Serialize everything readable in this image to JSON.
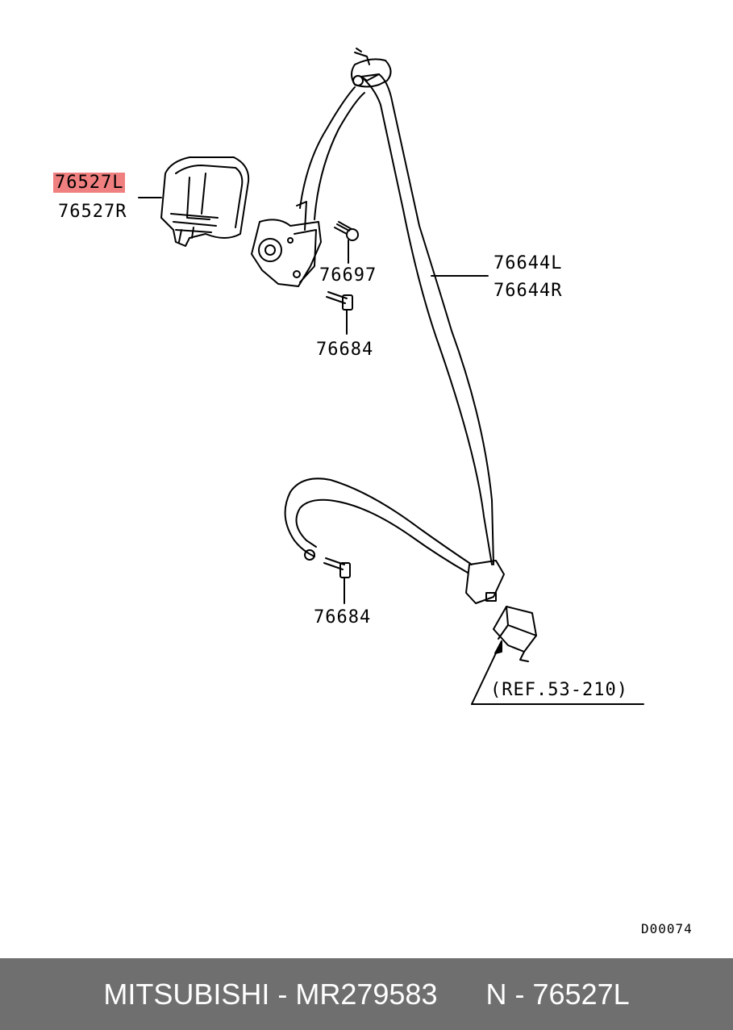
{
  "labels": {
    "cover_left": "76527L",
    "cover_right": "76527R",
    "belt_left": "76644L",
    "belt_right": "76644R",
    "screw": "76697",
    "bolt_upper": "76684",
    "bolt_lower": "76684",
    "buckle_ref": "(REF.53-210)"
  },
  "diagram_code": "D00074",
  "footer": {
    "brand": "MITSUBISHI",
    "separator1": " - ",
    "part_number": "MR279583",
    "gap": "      ",
    "ref_prefix": "N - ",
    "ref_number": "76527L"
  },
  "colors": {
    "highlight": "#f08080",
    "footer_bg": "#6f6f6f",
    "footer_text": "#ffffff"
  }
}
